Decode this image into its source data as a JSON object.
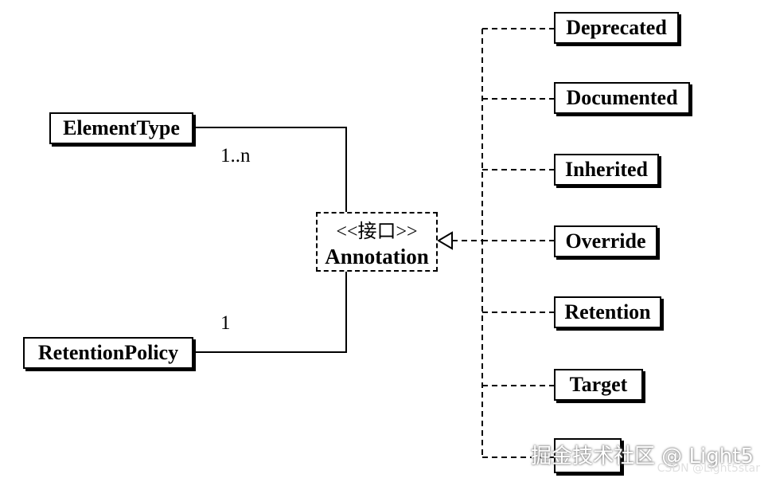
{
  "diagram": {
    "interface": {
      "stereotype": "<<接口>>",
      "name": "Annotation"
    },
    "associations": [
      {
        "class": "ElementType",
        "multiplicity": "1..n"
      },
      {
        "class": "RetentionPolicy",
        "multiplicity": "1"
      }
    ],
    "implementations": [
      "Deprecated",
      "Documented",
      "Inherited",
      "Override",
      "Retention",
      "Target",
      ""
    ]
  },
  "watermark": {
    "main": "掘金技术社区 @ Light5",
    "sub": "CSDN @Light5star"
  }
}
